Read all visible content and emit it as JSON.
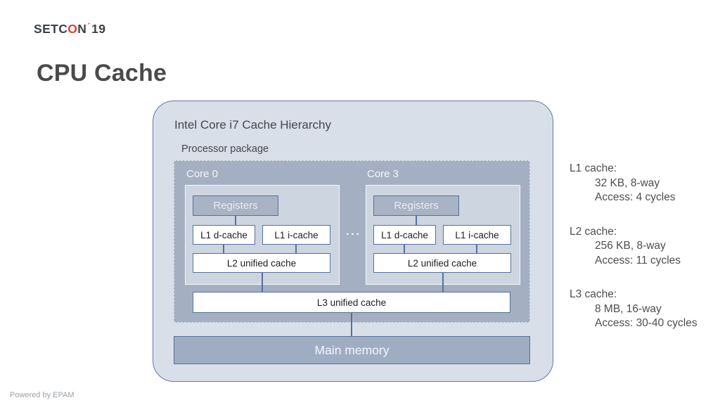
{
  "logo": {
    "part1": "SETC",
    "accent_o": "O",
    "part2": "N",
    "apostrophe": "´",
    "part3": "19"
  },
  "slide": {
    "title": "CPU Cache",
    "footer": "Powered by EPAM"
  },
  "diagram": {
    "title": "Intel Core i7 Cache Hierarchy",
    "package_label": "Processor package",
    "ellipsis": "...",
    "cores": [
      {
        "name": "Core 0",
        "registers": "Registers",
        "l1d": "L1 d-cache",
        "l1i": "L1 i-cache",
        "l2": "L2 unified cache"
      },
      {
        "name": "Core 3",
        "registers": "Registers",
        "l1d": "L1 d-cache",
        "l1i": "L1 i-cache",
        "l2": "L2 unified cache"
      }
    ],
    "l3": "L3 unified cache",
    "main_memory": "Main memory"
  },
  "specs": [
    {
      "title": "L1 cache:",
      "lines": [
        "32 KB, 8-way",
        "Access: 4 cycles"
      ]
    },
    {
      "title": "L2 cache:",
      "lines": [
        "256 KB, 8-way",
        "Access: 11 cycles"
      ]
    },
    {
      "title": "L3 cache:",
      "lines": [
        "8 MB, 16-way",
        "Access: 30-40 cycles"
      ]
    }
  ],
  "colors": {
    "logo_accent": "#e6402e",
    "panel_fill": "#d9dfe9",
    "panel_border": "#5e7aa8",
    "package_fill": "#a4b0c2",
    "core_fill": "#cdd5e1",
    "box_border": "#54719e",
    "memory_fill": "#9fadc2"
  }
}
